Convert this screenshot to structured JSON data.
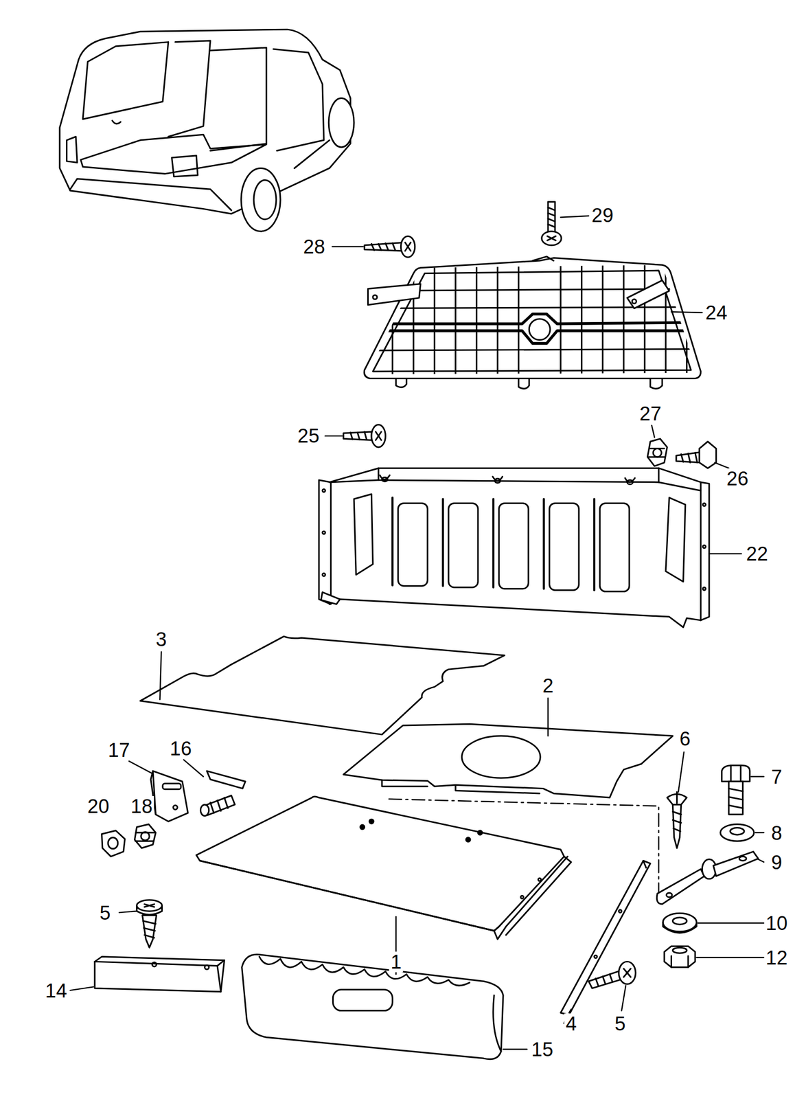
{
  "diagram": {
    "labels": [
      "29",
      "28",
      "24",
      "25",
      "27",
      "26",
      "22",
      "3",
      "2",
      "6",
      "7",
      "17",
      "16",
      "8",
      "20",
      "18",
      "9",
      "5",
      "10",
      "14",
      "1",
      "12",
      "4",
      "5",
      "15"
    ]
  }
}
